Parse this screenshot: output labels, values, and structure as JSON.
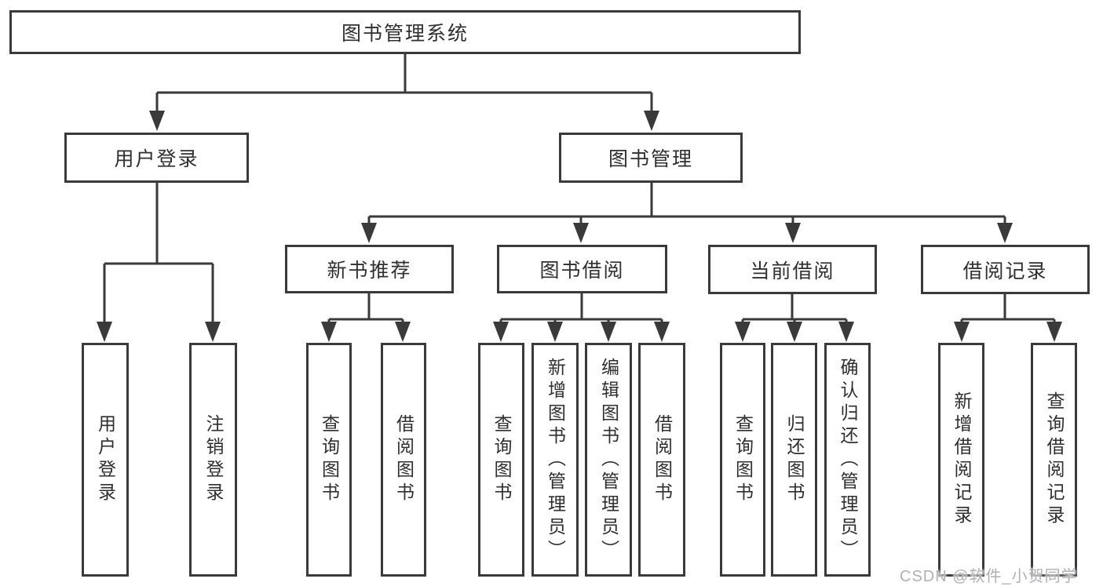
{
  "diagram": {
    "tree": {
      "root": {
        "label": "图书管理系统"
      },
      "level2": [
        {
          "label": "用户登录",
          "children": [
            {
              "label": "用户登录"
            },
            {
              "label": "注销登录"
            }
          ]
        },
        {
          "label": "图书管理",
          "children": [
            {
              "label": "新书推荐",
              "children": [
                {
                  "label": "查询图书"
                },
                {
                  "label": "借阅图书"
                }
              ]
            },
            {
              "label": "图书借阅",
              "children": [
                {
                  "label": "查询图书"
                },
                {
                  "label": "新增图书（管理员）"
                },
                {
                  "label": "编辑图书（管理员）"
                },
                {
                  "label": "借阅图书"
                }
              ]
            },
            {
              "label": "当前借阅",
              "children": [
                {
                  "label": "查询图书"
                },
                {
                  "label": "归还图书"
                },
                {
                  "label": "确认归还（管理员）"
                }
              ]
            },
            {
              "label": "借阅记录",
              "children": [
                {
                  "label": "新增借阅记录"
                },
                {
                  "label": "查询借阅记录"
                }
              ]
            }
          ]
        }
      ]
    },
    "colors": {
      "line": "#3a3a3a",
      "node_border": "#3a3a3a",
      "node_fill": "#ffffff",
      "text": "#2f2f2f",
      "background": "#ffffff",
      "watermark": "#b0b0b6"
    }
  },
  "watermark": {
    "text": "CSDN @软件_小贺同学"
  }
}
